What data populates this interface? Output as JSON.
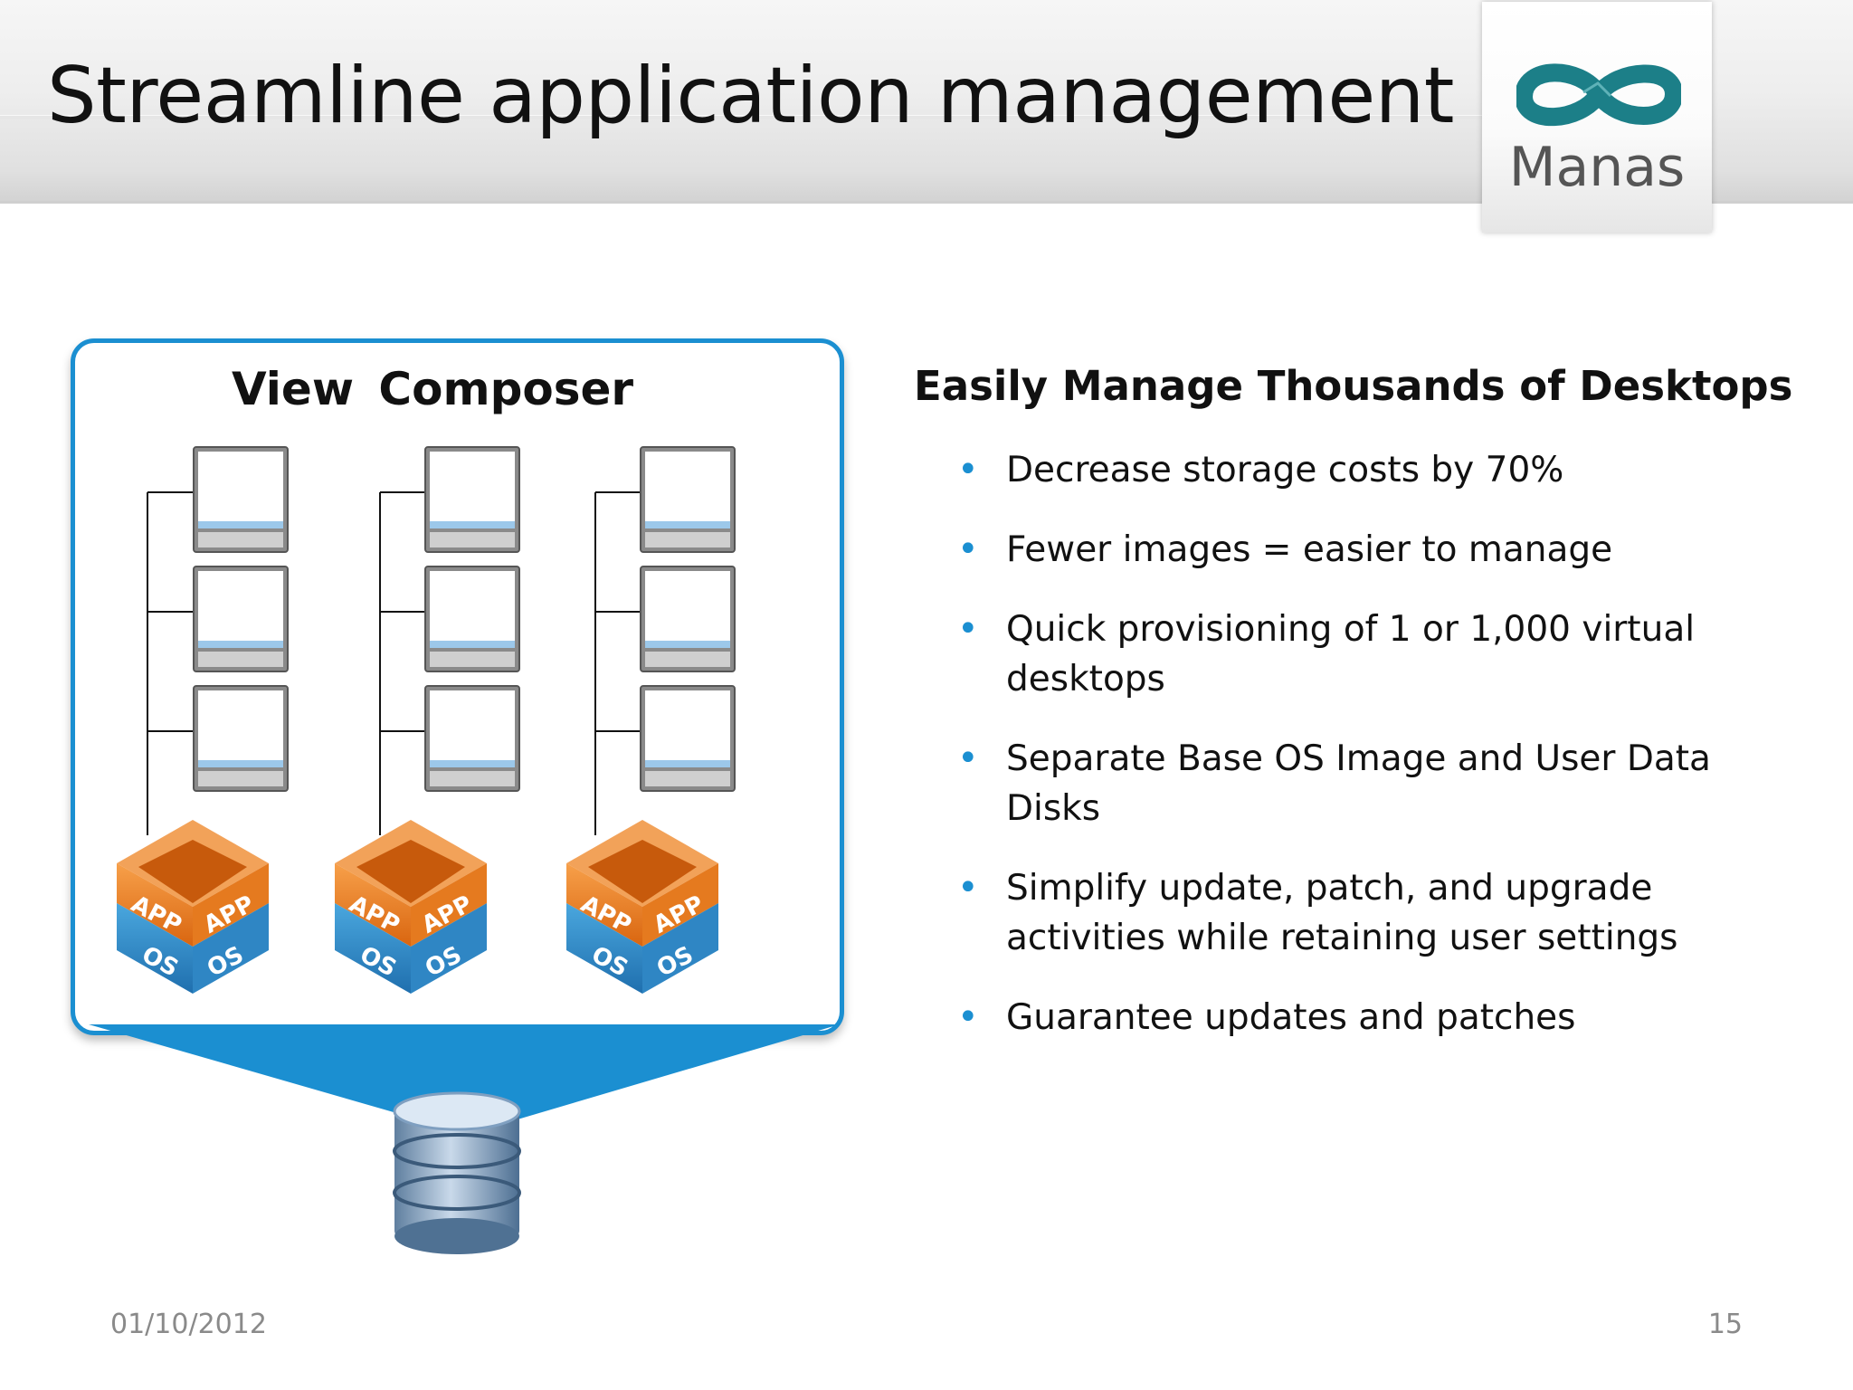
{
  "slide": {
    "title": "Streamline application management",
    "logo_text": "Manas",
    "date": "01/10/2012",
    "page_number": "15"
  },
  "diagram": {
    "title": "View  Composer",
    "columns": 3,
    "desktops_per_column": 3,
    "cube_labels": {
      "app": "APP",
      "os": "OS"
    },
    "colors": {
      "frame": "#1b8fd1",
      "cube_top": "#e7791a",
      "cube_bottom": "#2b8fcb"
    }
  },
  "content": {
    "heading": "Easily Manage Thousands of Desktops",
    "bullets": [
      "Decrease storage costs by 70%",
      "Fewer images = easier to manage",
      "Quick provisioning of 1 or 1,000 virtual desktops",
      "Separate Base OS Image and User Data Disks",
      "Simplify update, patch, and upgrade activities while retaining user settings",
      "Guarantee updates and patches"
    ]
  }
}
